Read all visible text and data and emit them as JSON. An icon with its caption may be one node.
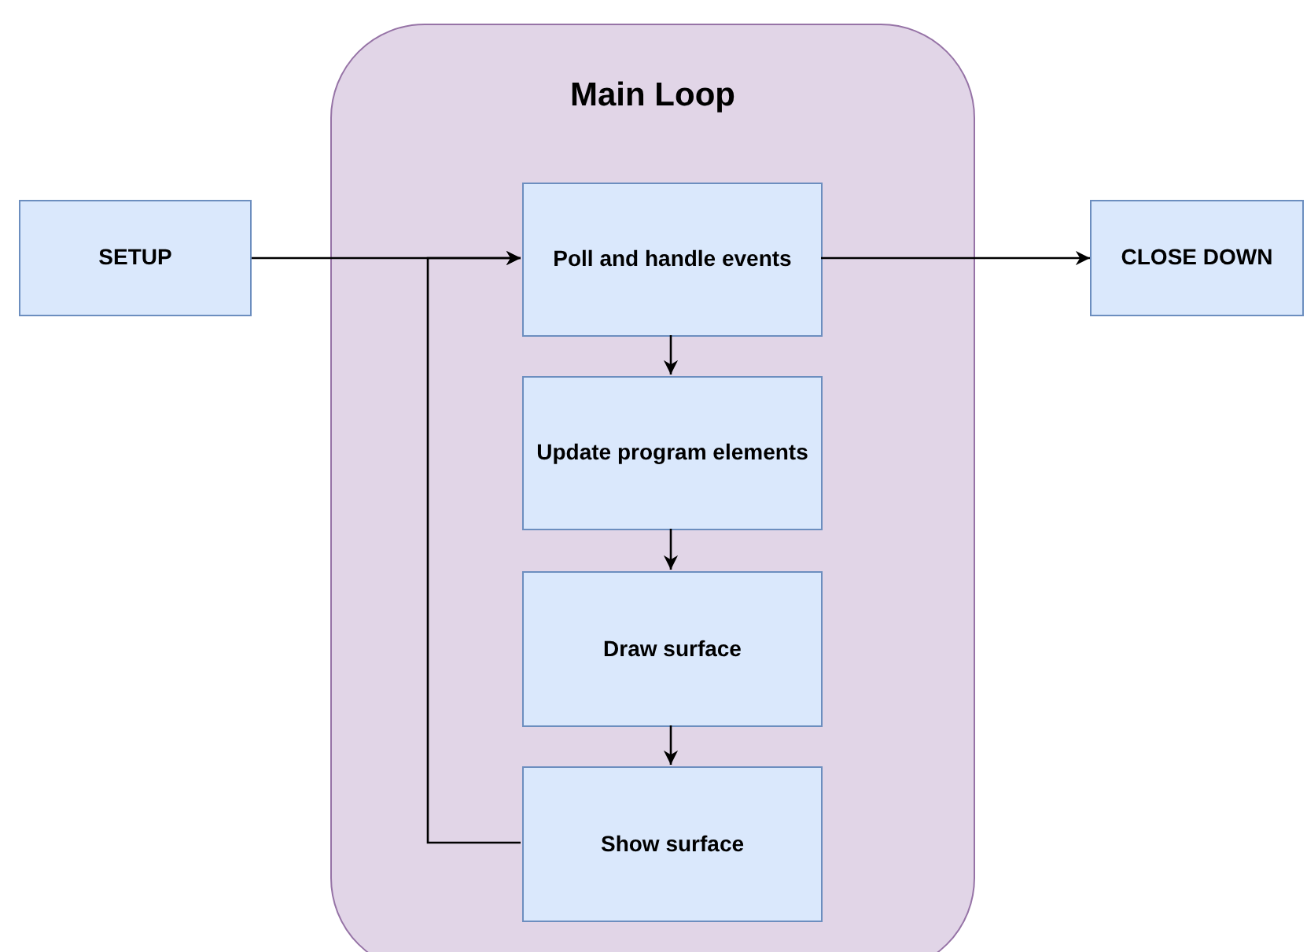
{
  "diagram": {
    "nodes": [
      {
        "text": [
          "SETUP"
        ]
      },
      {
        "text": [
          "Main Loop"
        ]
      },
      {
        "text": [
          "Poll and handle events"
        ],
        "in": 1
      },
      {
        "text": [
          "Update program elements"
        ],
        "in": 1
      },
      {
        "text": [
          "Draw surface"
        ],
        "in": 1
      },
      {
        "text": [
          "Show surface"
        ],
        "in": 1
      },
      {
        "text": [
          "CLOSE DOWN"
        ]
      }
    ],
    "edges": [
      {
        "from": 0,
        "to": 2,
        "arrow": "to"
      },
      {
        "from": 2,
        "to": 6,
        "arrow": "to"
      },
      {
        "from": 2,
        "to": 3,
        "arrow": "to"
      },
      {
        "from": 3,
        "to": 4,
        "arrow": "to"
      },
      {
        "from": 4,
        "to": 5,
        "arrow": "to"
      },
      {
        "from": 5,
        "to": 2,
        "arrow": "to"
      }
    ]
  }
}
